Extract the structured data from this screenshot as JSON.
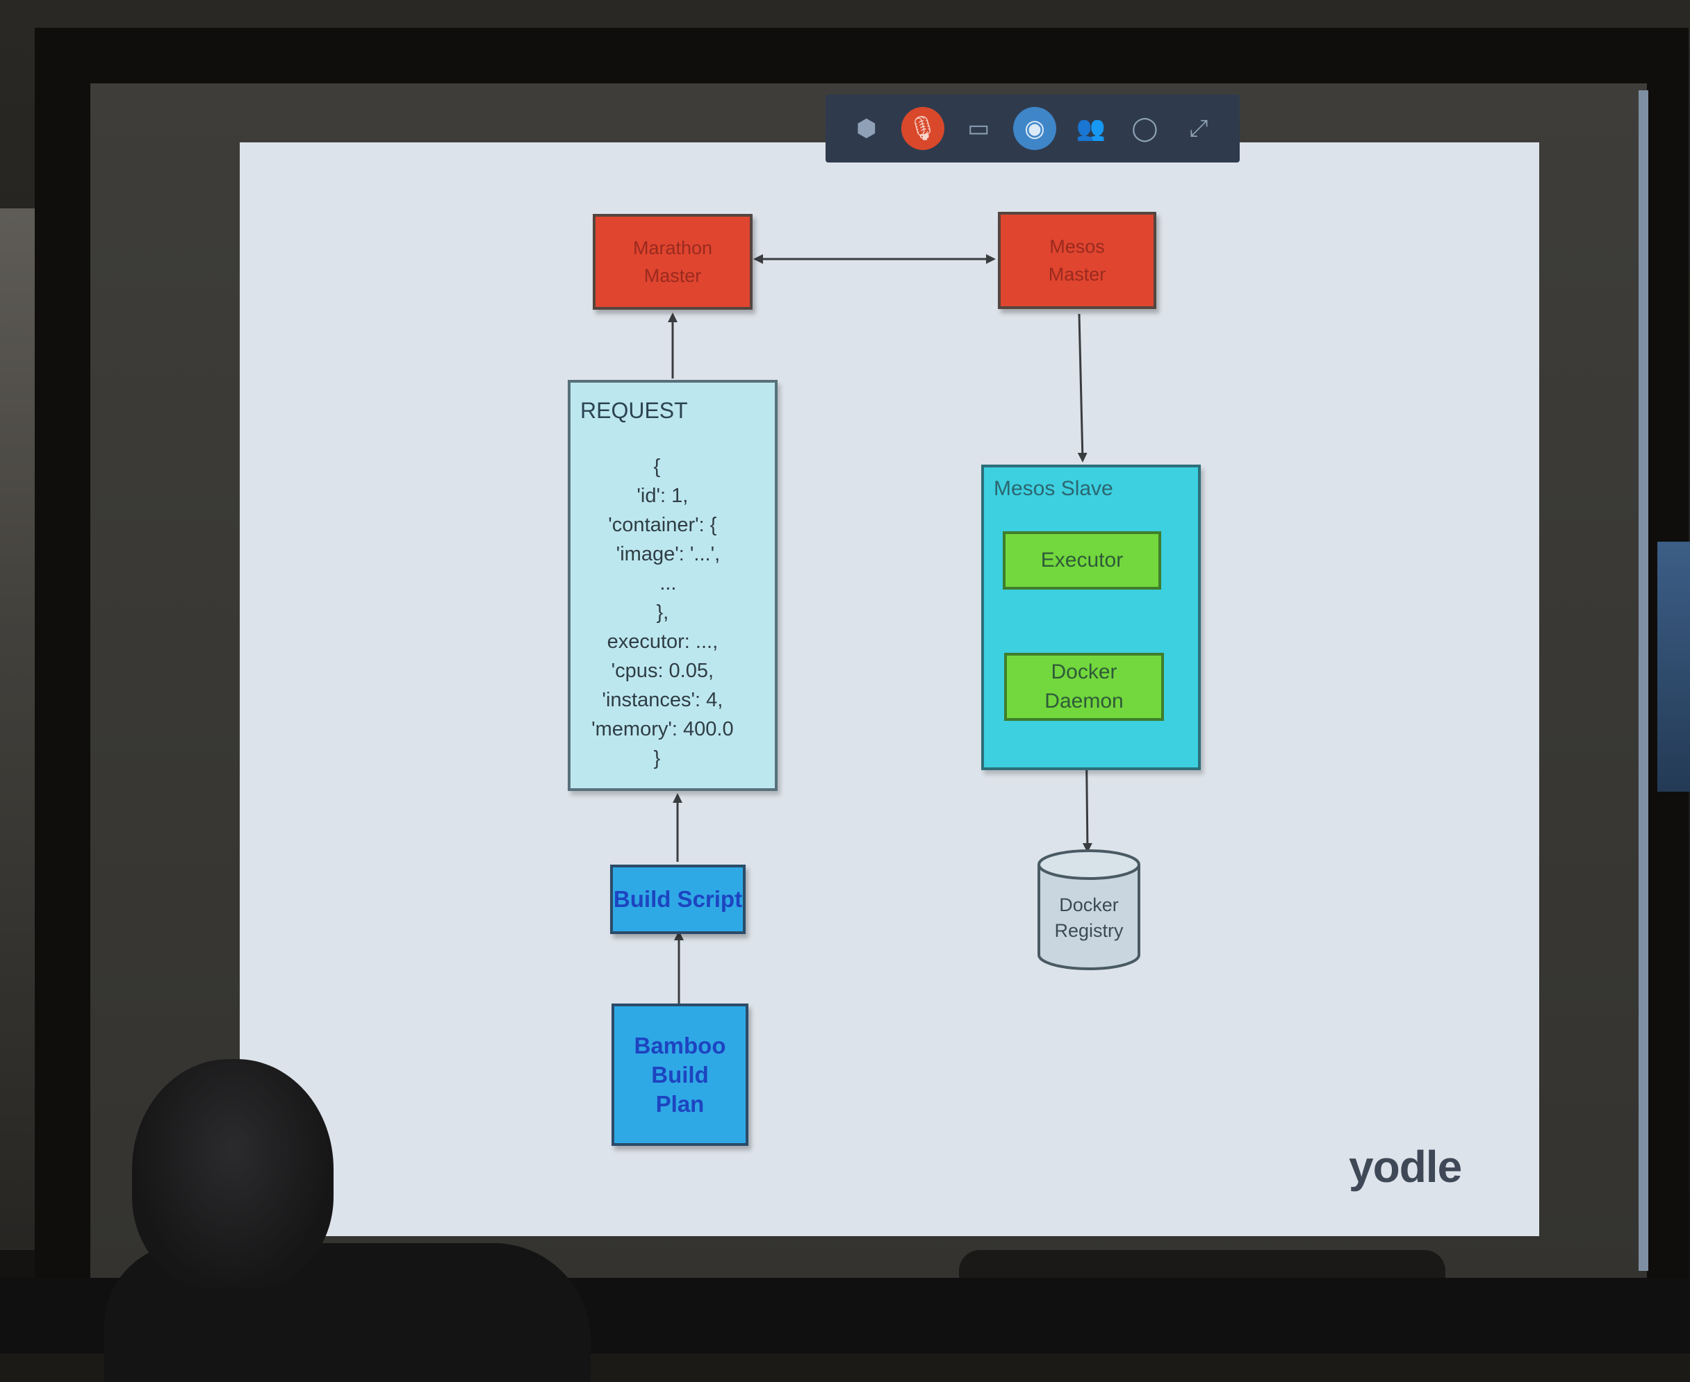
{
  "toolbar": {
    "icons": [
      "settings-icon",
      "microphone-icon",
      "screen-share-icon",
      "video-camera-icon",
      "participants-icon",
      "chat-icon",
      "fullscreen-icon"
    ]
  },
  "diagram": {
    "marathon_master": "Marathon\nMaster",
    "mesos_master": "Mesos\nMaster",
    "request_title": "REQUEST",
    "request_body": "{\n  'id': 1,\n  'container': {\n    'image': '...',\n    ...\n  },\n  executor: ...,\n  'cpus: 0.05,\n  'instances': 4,\n  'memory': 400.0\n}",
    "mesos_slave_title": "Mesos Slave",
    "executor": "Executor",
    "docker_daemon": "Docker\nDaemon",
    "build_script": "Build Script",
    "bamboo_build_plan": "Bamboo\nBuild\nPlan",
    "docker_registry": "Docker\nRegistry"
  },
  "brand": {
    "logo_text": "yodle"
  },
  "colors": {
    "master_red": "#e0452f",
    "request_light_cyan": "#bde7ef",
    "slave_cyan": "#3cd0e0",
    "component_green": "#72d83d",
    "build_blue": "#2fa9e6",
    "registry_grey": "#c9d6df"
  }
}
